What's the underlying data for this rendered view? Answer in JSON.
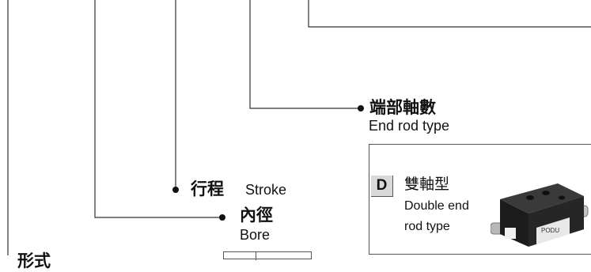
{
  "callouts": {
    "end_rod": {
      "zh": "端部軸數",
      "en": "End rod type"
    },
    "stroke": {
      "zh": "行程",
      "en": "Stroke"
    },
    "bore": {
      "zh": "內徑",
      "en": "Bore"
    }
  },
  "option_box": {
    "code": "D",
    "name_zh": "雙軸型",
    "name_en_line1": "Double end",
    "name_en_line2": "rod type",
    "product_label": "PODU"
  },
  "truncated_bottom_text": "形式"
}
